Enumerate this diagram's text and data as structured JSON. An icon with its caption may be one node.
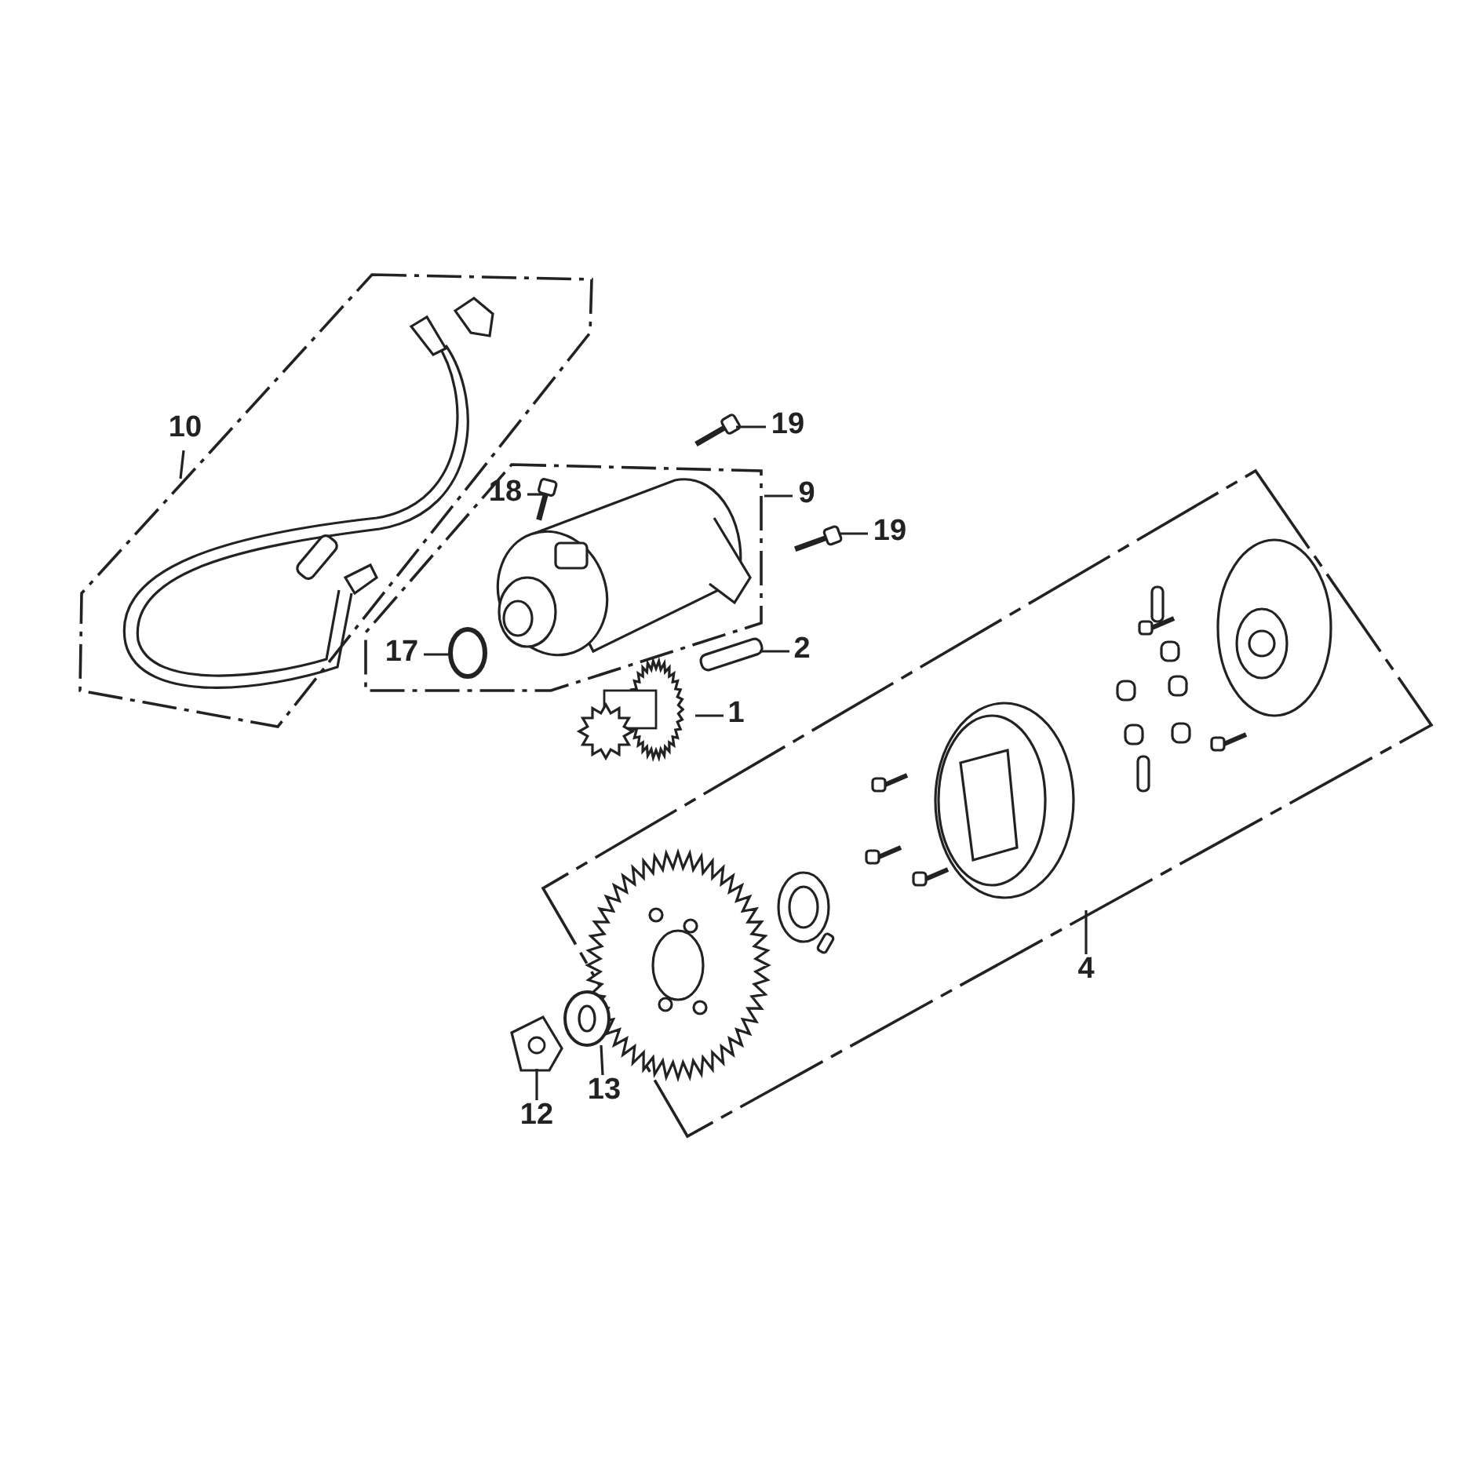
{
  "diagram": {
    "nodes": [
      {
        "text": [
          "10"
        ]
      },
      {
        "text": [],
        "shape": "box"
      },
      {
        "text": [
          "19"
        ]
      },
      {
        "text": [],
        "shape": "picture"
      },
      {
        "text": [
          "18"
        ],
        "in": 6
      },
      {
        "text": [
          "9"
        ]
      },
      {
        "text": [],
        "shape": "box"
      },
      {
        "text": [],
        "shape": "picture",
        "in": 6
      },
      {
        "text": [],
        "shape": "circle",
        "in": 6
      },
      {
        "text": [
          "19"
        ]
      },
      {
        "text": [],
        "shape": "picture"
      },
      {
        "text": [
          "17"
        ],
        "in": 6
      },
      {
        "text": [
          "2"
        ]
      },
      {
        "text": [],
        "shape": "picture"
      },
      {
        "text": [
          "1"
        ]
      },
      {
        "text": [],
        "shape": "picture"
      },
      {
        "text": [
          "4"
        ]
      },
      {
        "text": [],
        "shape": "box"
      },
      {
        "text": [
          "12"
        ]
      },
      {
        "text": [
          "13"
        ]
      },
      {
        "text": [],
        "shape": "picture"
      },
      {
        "text": [],
        "shape": "picture"
      }
    ],
    "edges": [
      {
        "from": 0,
        "to": 1,
        "arrow": "none"
      },
      {
        "from": 2,
        "to": 3,
        "arrow": "none"
      },
      {
        "from": 4,
        "to": 7,
        "arrow": "none"
      },
      {
        "from": 5,
        "to": 6,
        "arrow": "none"
      },
      {
        "from": 9,
        "to": 10,
        "arrow": "none"
      },
      {
        "from": 11,
        "to": 8,
        "arrow": "none"
      },
      {
        "from": 12,
        "to": 13,
        "arrow": "none"
      },
      {
        "from": 14,
        "to": 15,
        "arrow": "none"
      },
      {
        "from": 16,
        "to": 17,
        "arrow": "none"
      },
      {
        "from": 18,
        "to": 20,
        "arrow": "none"
      },
      {
        "from": 19,
        "to": 21,
        "arrow": "none"
      }
    ]
  }
}
